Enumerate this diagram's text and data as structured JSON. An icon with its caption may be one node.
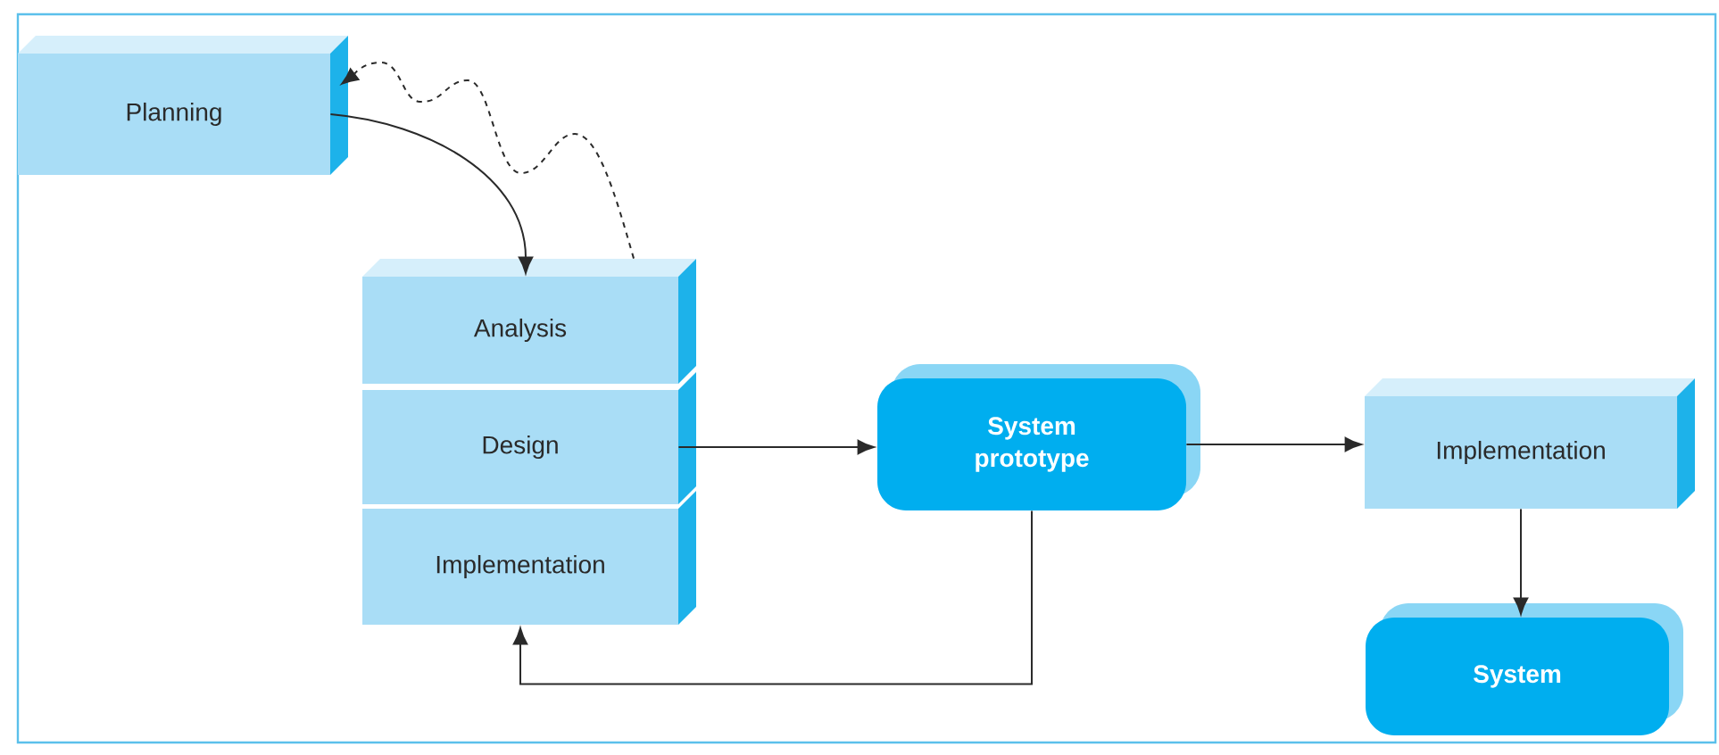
{
  "diagram": {
    "nodes": [
      {
        "text": [
          "Planning"
        ]
      },
      {
        "text": [
          "Analysis"
        ]
      },
      {
        "text": [
          "Design"
        ]
      },
      {
        "text": [
          "Implementation"
        ]
      },
      {
        "text": [
          "System prototype"
        ]
      },
      {
        "text": [
          "Implementation"
        ]
      },
      {
        "text": [
          "System"
        ]
      }
    ],
    "edges": [
      {
        "from": 0,
        "to": 1,
        "arrow": "to"
      },
      {
        "from": 1,
        "to": 0,
        "arrow": "to",
        "style": "dashed"
      },
      {
        "from": 2,
        "to": 4,
        "arrow": "to"
      },
      {
        "from": 4,
        "to": 3,
        "arrow": "to"
      },
      {
        "from": 4,
        "to": 5,
        "arrow": "to"
      },
      {
        "from": 5,
        "to": 6,
        "arrow": "to"
      }
    ]
  }
}
